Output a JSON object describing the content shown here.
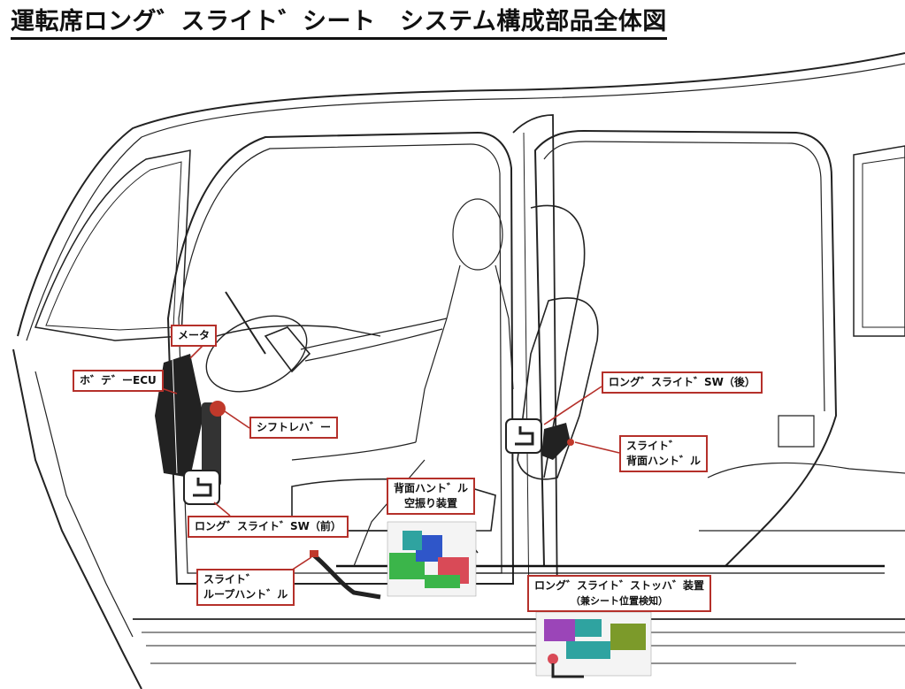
{
  "title": "運転席ロング゛スライト゛シート　システム構成部品全体図",
  "labels": {
    "meter": "メータ",
    "body_ecu": "ホ゛テ゛ーECU",
    "shift_lever": "シフトレハ゛ー",
    "long_slide_sw_front": "ロング゛スライト゛SW（前）",
    "slide_loop_handle_line1": "スライト゛",
    "slide_loop_handle_line2": "ループハント゛ル",
    "back_handle_idle_line1": "背面ハント゛ル",
    "back_handle_idle_line2": "空振り装置",
    "long_slide_sw_rear": "ロング゛スライト゛SW（後）",
    "slide_back_handle_line1": "スライト゛",
    "slide_back_handle_line2": "背面ハント゛ル",
    "long_slide_stopper_line1": "ロング゛スライト゛ストッハ゛装置",
    "long_slide_stopper_line2": "（兼シート位置検知）"
  },
  "colors": {
    "callout_border": "#b5302a",
    "leader_line": "#b5302a",
    "part_green": "#3bb54a",
    "part_blue": "#2f56c9",
    "part_red": "#d94a57",
    "part_purple": "#9b45b8",
    "part_teal": "#2fa3a0",
    "part_olive": "#7c9a2a"
  }
}
